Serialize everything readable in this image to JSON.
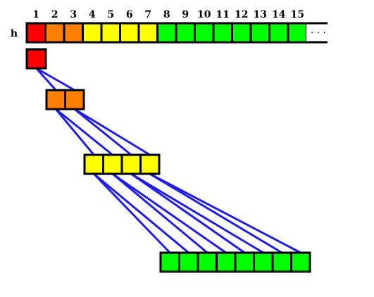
{
  "diagram": {
    "row_label": "h",
    "index_labels": [
      "1",
      "2",
      "3",
      "4",
      "5",
      "6",
      "7",
      "8",
      "9",
      "10",
      "11",
      "12",
      "13",
      "14",
      "15"
    ],
    "ellipsis": "· · ·",
    "colors": {
      "red": "#ff0000",
      "orange": "#ff8000",
      "yellow": "#ffff00",
      "green": "#00ff00",
      "outline": "#000000",
      "connector": "#1f1fdd"
    },
    "levels": [
      {
        "color": "red",
        "count": 1
      },
      {
        "color": "orange",
        "count": 2
      },
      {
        "color": "yellow",
        "count": 4
      },
      {
        "color": "green",
        "count": 8
      }
    ]
  }
}
